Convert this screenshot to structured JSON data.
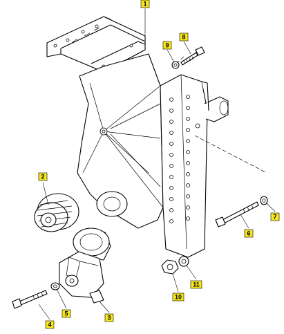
{
  "callouts": [
    {
      "id": "1",
      "label": "1"
    },
    {
      "id": "2",
      "label": "2"
    },
    {
      "id": "3",
      "label": "3"
    },
    {
      "id": "4",
      "label": "4"
    },
    {
      "id": "5",
      "label": "5"
    },
    {
      "id": "6",
      "label": "6"
    },
    {
      "id": "7",
      "label": "7"
    },
    {
      "id": "8",
      "label": "8"
    },
    {
      "id": "9",
      "label": "9"
    },
    {
      "id": "10",
      "label": "10"
    },
    {
      "id": "11",
      "label": "11"
    }
  ],
  "colors": {
    "callout_fill": "#f6e61a",
    "line": "#000000",
    "background": "#ffffff"
  }
}
